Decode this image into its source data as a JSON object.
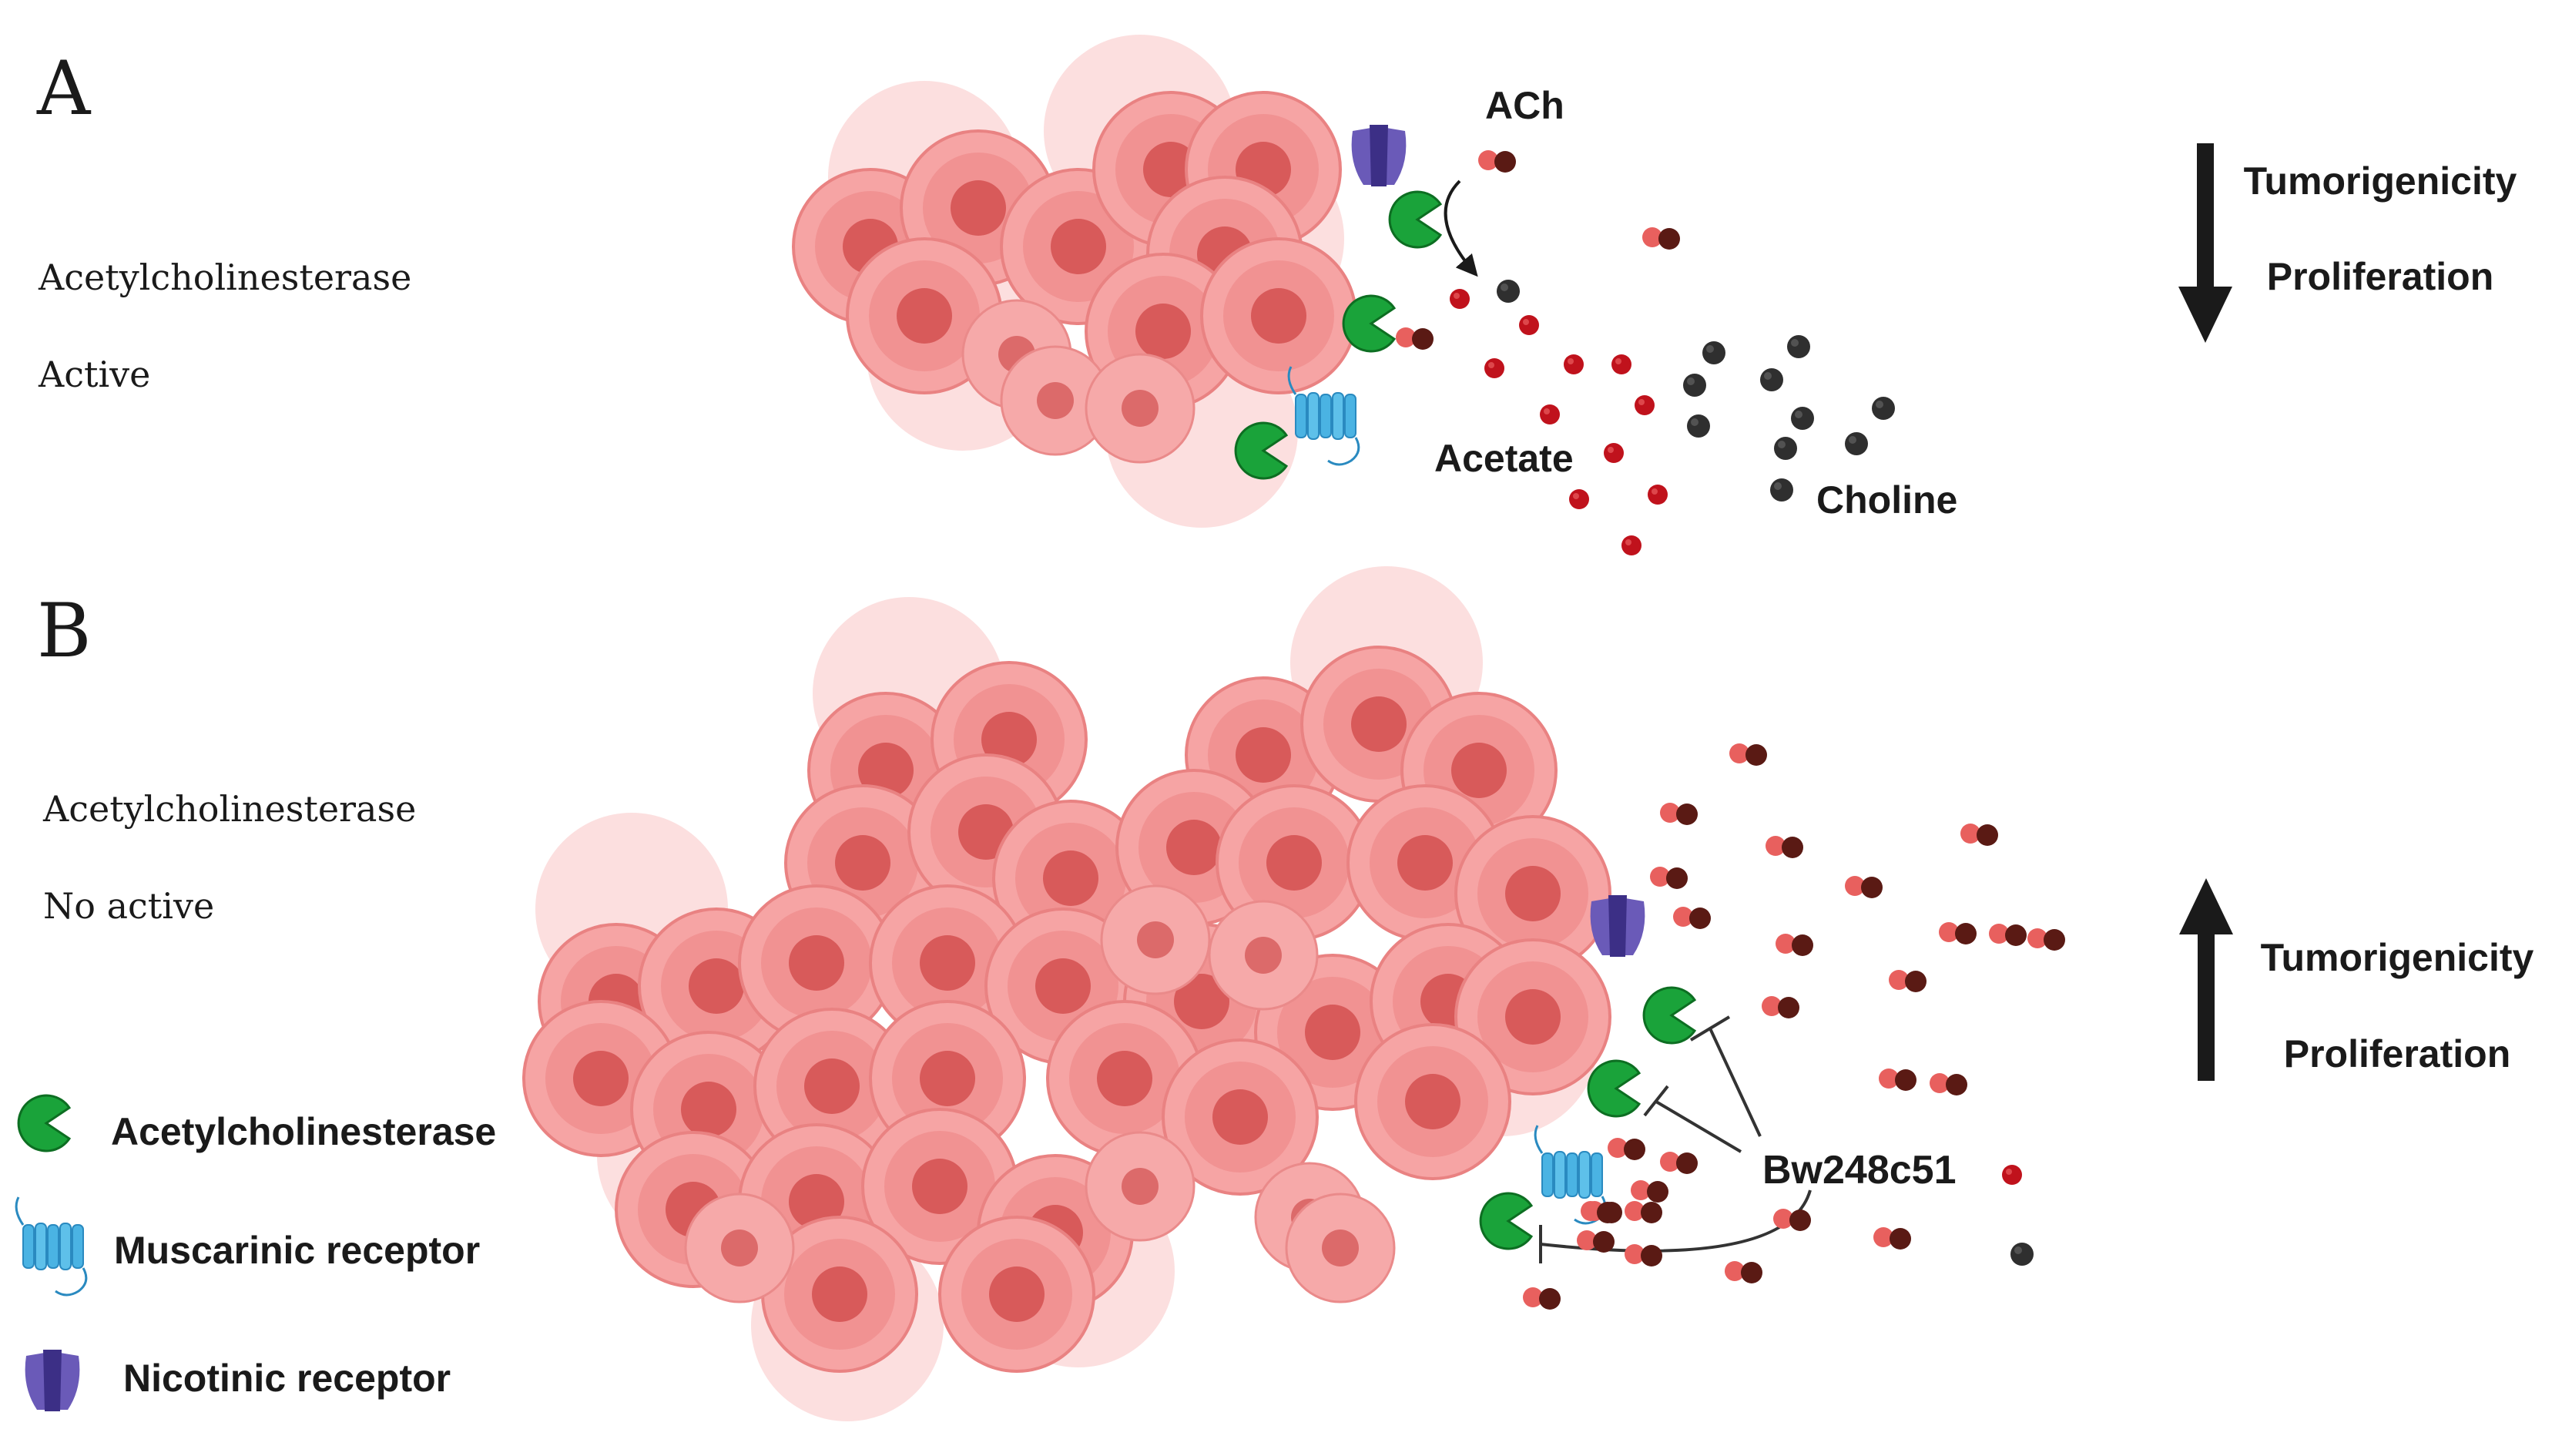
{
  "panel_a": {
    "letter": "A",
    "status_line1": "Acetylcholinesterase",
    "status_line2": "Active",
    "ach_label": "ACh",
    "acetate_label": "Acetate",
    "choline_label": "Choline",
    "effect_line1": "Tumorigenicity",
    "effect_line2": "Proliferation",
    "effect_direction": "down"
  },
  "panel_b": {
    "letter": "B",
    "status_line1": "Acetylcholinesterase",
    "status_line2": "No active",
    "inhibitor_label": "Bw248c51",
    "effect_line1": "Tumorigenicity",
    "effect_line2": "Proliferation",
    "effect_direction": "up"
  },
  "legend": {
    "items": [
      {
        "label": "Acetylcholinesterase",
        "icon": "acetylcholinesterase-icon"
      },
      {
        "label": "Muscarinic receptor",
        "icon": "muscarinic-receptor-icon"
      },
      {
        "label": "Nicotinic receptor",
        "icon": "nicotinic-receptor-icon"
      }
    ]
  },
  "colors": {
    "cell": "#f08a8a",
    "cell_nucleus": "#d85a5a",
    "enzyme": "#1aa33a",
    "muscarinic": "#4ab3e3",
    "nicotinic": "#5b4aa8",
    "acetate": "#c0121c",
    "choline": "#2f2f2f",
    "ach_left": "#e8605e",
    "ach_right": "#5a1a14"
  }
}
